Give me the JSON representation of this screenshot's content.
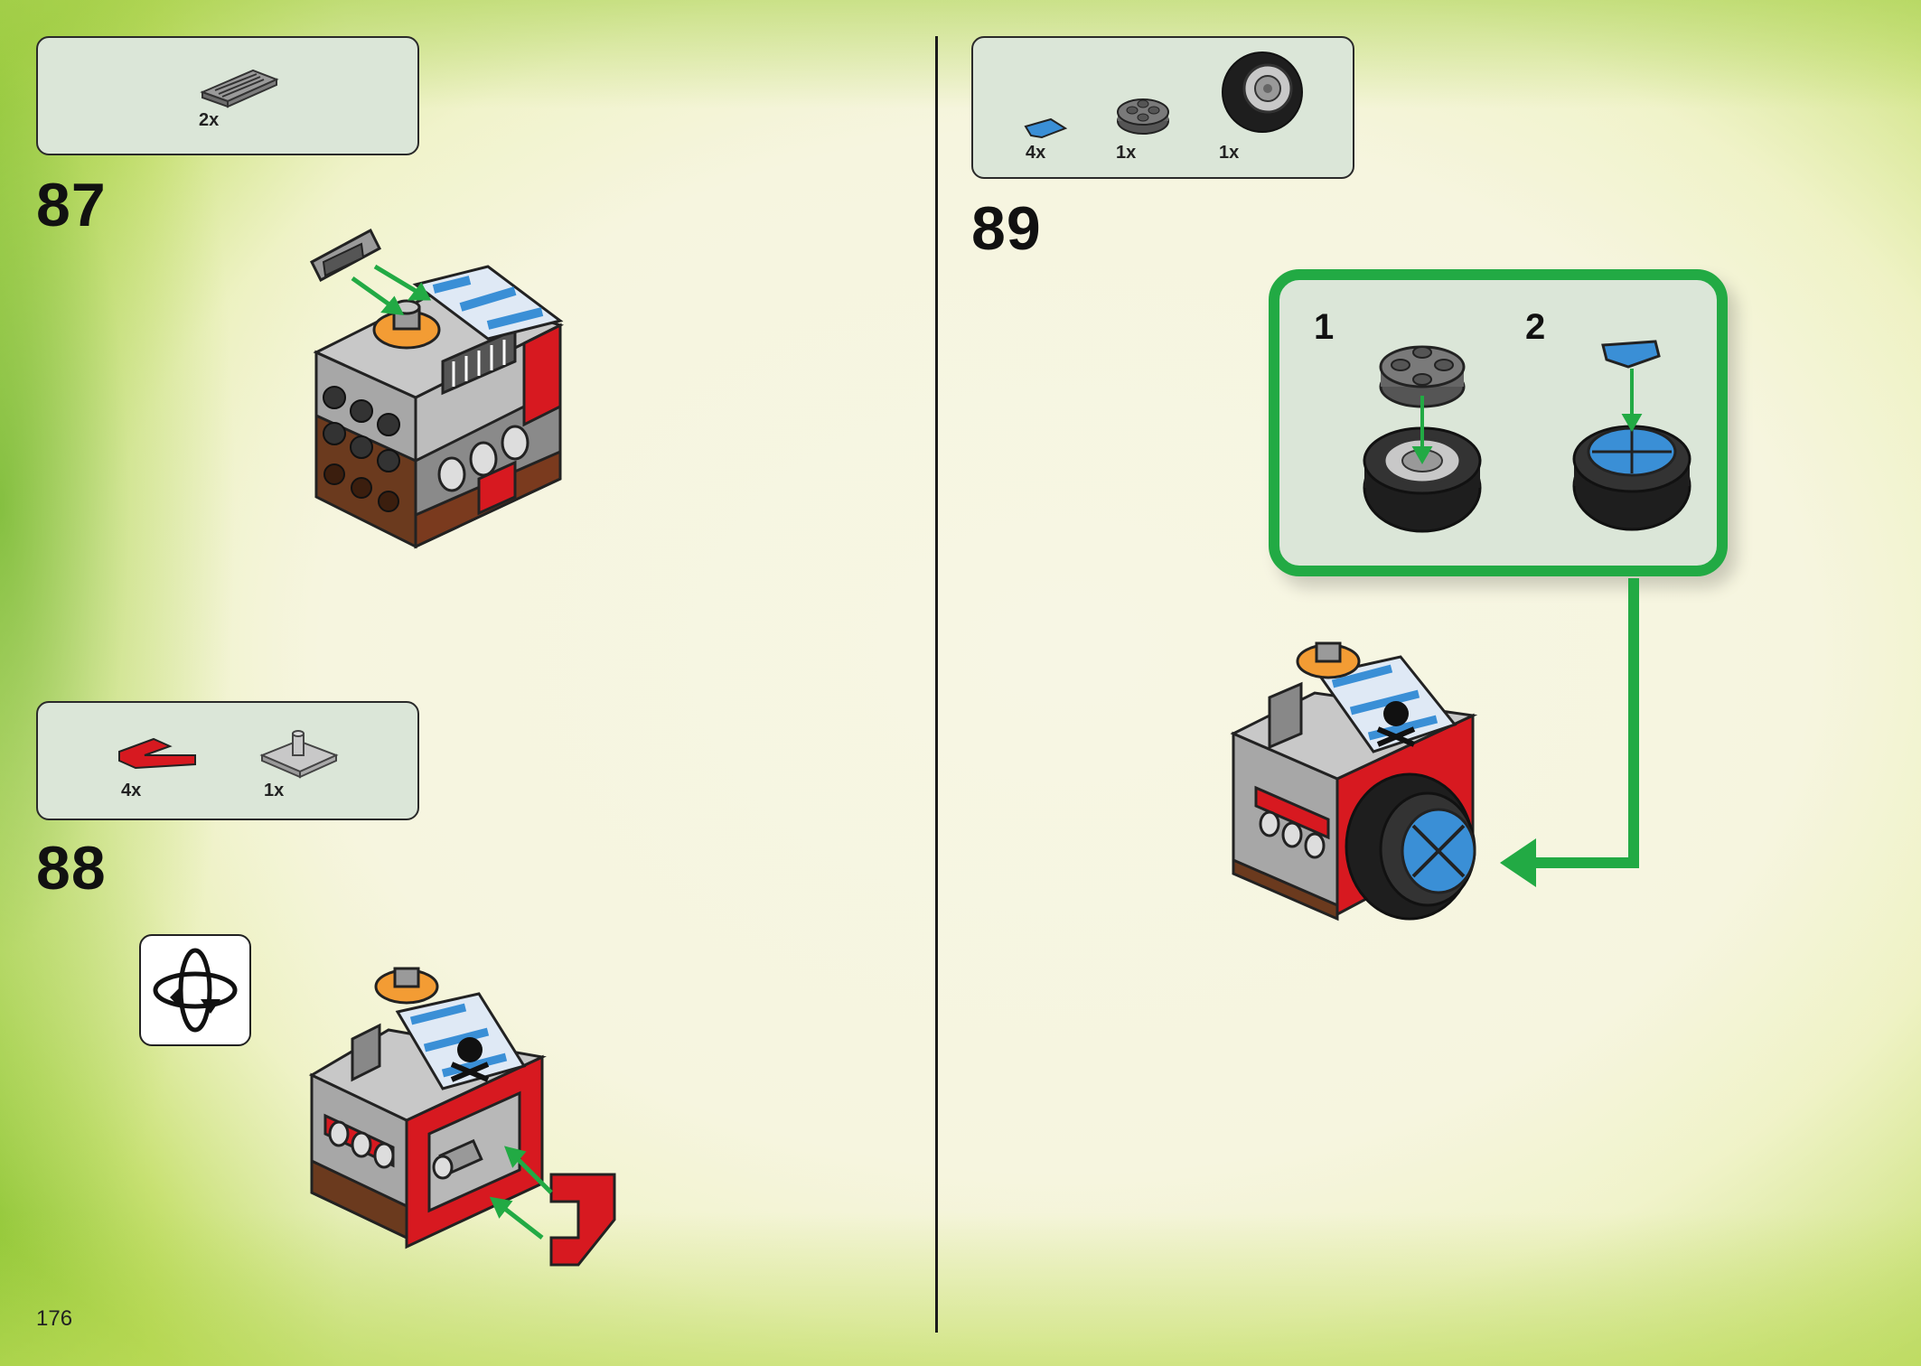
{
  "page": {
    "number": "176"
  },
  "steps": [
    {
      "number": "87",
      "parts": [
        {
          "qty": "2x",
          "icon": "grille-slope-part-icon"
        }
      ]
    },
    {
      "number": "88",
      "parts": [
        {
          "qty": "4x",
          "icon": "red-corner-plate-icon"
        },
        {
          "qty": "1x",
          "icon": "gray-pin-plate-icon"
        }
      ]
    },
    {
      "number": "89",
      "parts": [
        {
          "qty": "4x",
          "icon": "blue-quarter-tile-icon"
        },
        {
          "qty": "1x",
          "icon": "gray-round-plate-icon"
        },
        {
          "qty": "1x",
          "icon": "wheel-tire-icon"
        }
      ],
      "substeps": [
        {
          "number": "1"
        },
        {
          "number": "2"
        }
      ]
    }
  ],
  "colors": {
    "callout_border": "#22aa44",
    "arrow": "#22aa44",
    "parts_box_bg": "#dbe6d8",
    "brick_red": "#d71920",
    "brick_gray": "#a0a0a0",
    "tile_blue": "#3a8fd6",
    "orange": "#f39c34"
  }
}
